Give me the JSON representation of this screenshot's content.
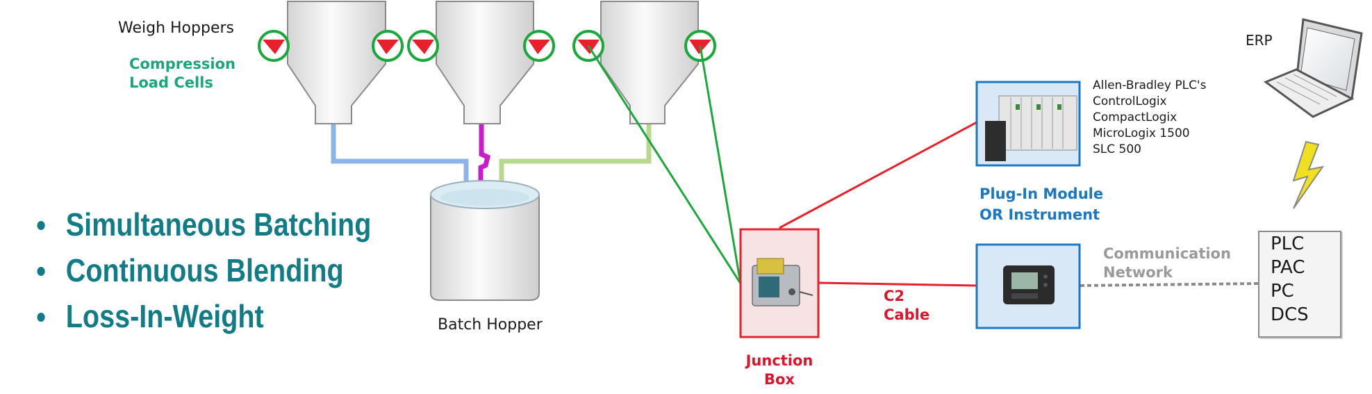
{
  "weigh_hoppers_label": "Weigh Hoppers",
  "load_cells_label": [
    "Compression",
    "Load Cells"
  ],
  "batch_hopper_label": "Batch Hopper",
  "bullets": [
    "Simultaneous Batching",
    "Continuous Blending",
    "Loss-In-Weight"
  ],
  "erp_label": "ERP",
  "plc_list": [
    "Allen-Bradley PLC's",
    "ControlLogix",
    "CompactLogix",
    "MicroLogix 1500",
    "SLC 500"
  ],
  "plugin_label": [
    "Plug-In Module",
    "OR Instrument"
  ],
  "junction_label": [
    "Junction",
    "Box"
  ],
  "c2_label": [
    "C2",
    "Cable"
  ],
  "comm_label": [
    "Communication",
    "Network"
  ],
  "systems": [
    "PLC",
    "PAC",
    "PC",
    "DCS"
  ],
  "colors": {
    "pipe_blue": "#8cb4e8",
    "pipe_magenta": "#c81ec8",
    "pipe_green": "#b8d890",
    "cable_green": "#1aa83c",
    "cable_red": "#e8202c",
    "frame_blue": "#1a78c2",
    "junction_red": "#e8202c",
    "bullet_teal": "#127c86",
    "lightning_yellow": "#f0e020"
  }
}
